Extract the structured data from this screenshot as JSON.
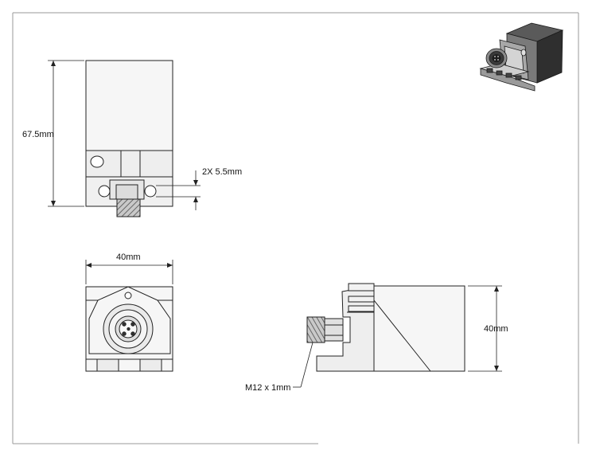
{
  "dimensions": {
    "height_front": "67.5mm",
    "hole_dia": "2X 5.5mm",
    "width_top": "40mm",
    "height_side": "40mm",
    "thread": "M12 x 1mm"
  },
  "colors": {
    "line": "#222222",
    "face_light": "#f4f4f4",
    "face_mid": "#e2e2e2",
    "thread_fill": "#bdbdbd",
    "iso_dark": "#3a3a3a",
    "iso_mid": "#6b6b6b",
    "iso_light": "#b8b8b8"
  }
}
